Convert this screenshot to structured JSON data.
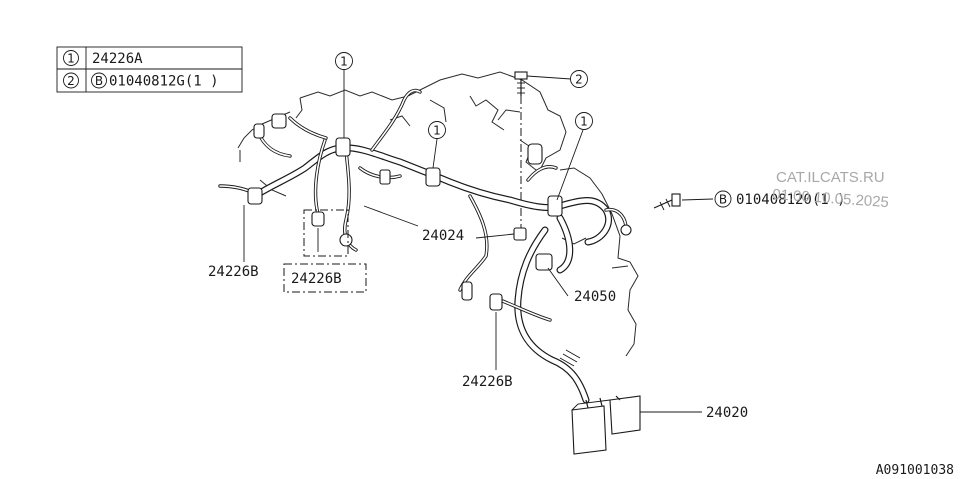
{
  "legend": {
    "rows": [
      {
        "marker": "1",
        "text": "24226A"
      },
      {
        "marker": "2",
        "bolt_marker": "B",
        "text": "01040812G(1 )"
      }
    ]
  },
  "callouts": {
    "marker_1": "1",
    "marker_2": "2",
    "bolt_marker": "B"
  },
  "labels": {
    "clip_left": "24226B",
    "clip_boxed": "24226B",
    "harness_main": "24024",
    "harness_sub": "24050",
    "clip_bottom": "24226B",
    "connector_block": "24020",
    "bolt_right": "010408120(1 )"
  },
  "watermark": {
    "site": "CAT.ILCATS.RU",
    "date": "01:00 10.05.2025"
  },
  "diagram_code": "A091001038"
}
